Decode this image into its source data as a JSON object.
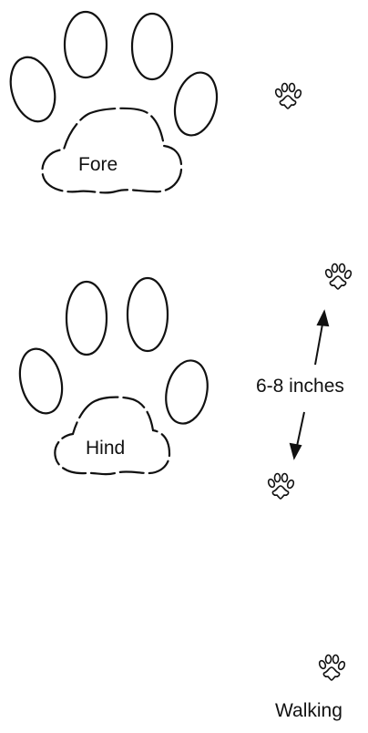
{
  "labels": {
    "fore": "Fore",
    "hind": "Hind",
    "distance": "6-8 inches",
    "walking": "Walking"
  },
  "colors": {
    "ink": "#111111",
    "background": "#ffffff"
  }
}
